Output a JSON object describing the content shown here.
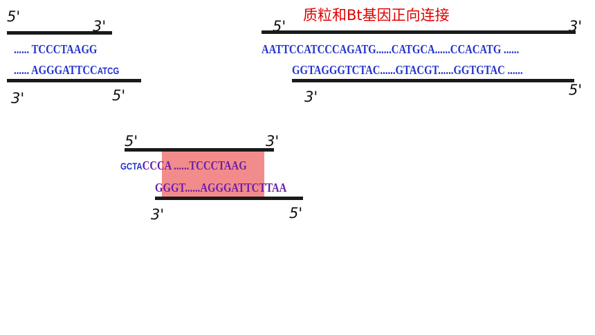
{
  "title": "质粒和Bt基因正向连接",
  "left_fragment": {
    "top_5": "5'",
    "top_3": "3'",
    "seq_top": "...... TCCCTAAGG",
    "seq_bottom": "...... AGGGATTCC",
    "seq_bottom_overhang": "ATCG",
    "bottom_3": "3'",
    "bottom_5": "5'"
  },
  "right_fragment": {
    "top_5": "5'",
    "top_3": "3'",
    "seq_top": "AATTCCATCCCAGATG......CATGCA......CCACATG ......",
    "seq_bottom": "GGTAGGGTCTAC......GTACGT......GGTGTAC ......",
    "bottom_3": "3'",
    "bottom_5": "5'"
  },
  "joined_fragment": {
    "top_5": "5'",
    "top_3": "3'",
    "seq_top_overhang": "GCTA",
    "seq_top": "CCCA ......TCCCTAAG",
    "seq_bottom": "GGGT......AGGGATTCTTAA",
    "bottom_3": "3'",
    "bottom_5": "5'"
  },
  "colors": {
    "dna_text": "#2233cc",
    "highlight": "#f07878",
    "title": "#e00000"
  }
}
